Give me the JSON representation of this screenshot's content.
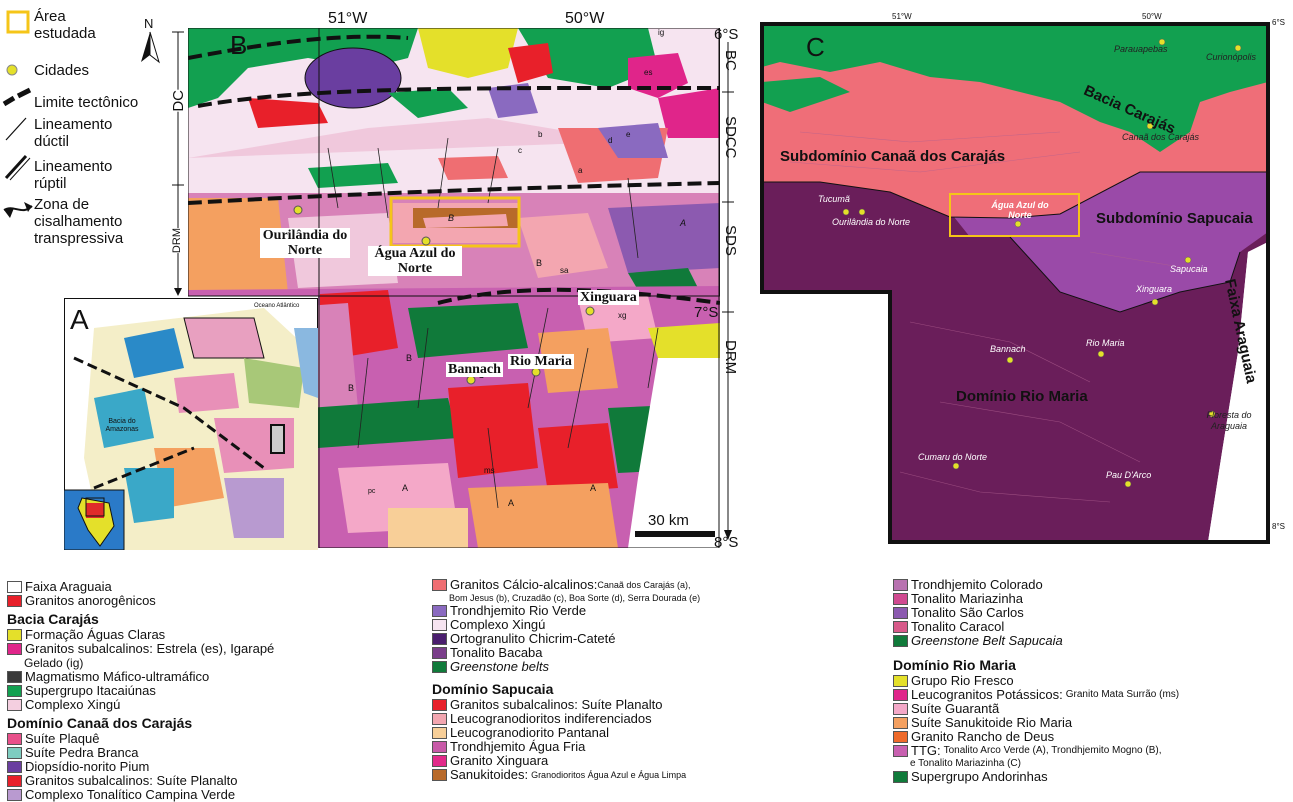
{
  "key": {
    "study_area": "Área estudada",
    "north": "N",
    "cities": "Cidades",
    "tectonic": "Limite tectônico",
    "ductile": "Lineamento dúctil",
    "brittle": "Lineamento rúptil",
    "shear": "Zona de cisalhamento transpressiva"
  },
  "panel_b": {
    "letter": "B",
    "lon_51": "51°W",
    "lon_50": "50°W",
    "lat_6": "6°S",
    "lat_7": "7°S",
    "lat_8": "8°S",
    "bc": "BC",
    "sdcc": "SDCC",
    "sds": "SDS",
    "drm_right": "DRM",
    "dc": "DC",
    "drm_left": "DRM",
    "scale": "30 km",
    "towns": {
      "ourilandia": "Ourilândia do Norte",
      "agua_azul": "Água Azul do Norte",
      "xinguara": "Xinguara",
      "rio_maria": "Rio Maria",
      "bannach": "Bannach"
    },
    "unit_letters": [
      "es",
      "ig",
      "B",
      "B",
      "B",
      "B",
      "C",
      "C",
      "A",
      "A",
      "A",
      "A",
      "ms",
      "sa",
      "xg",
      "pc",
      "a",
      "b",
      "c",
      "d",
      "e"
    ]
  },
  "panel_a": {
    "letter": "A",
    "ocean": "Oceano Atlântico",
    "basin": "Bacia do Amazonas"
  },
  "panel_c": {
    "letter": "C",
    "lon_51": "51°W",
    "lon_50": "50°W",
    "lat_6": "6°S",
    "lat_8": "8°S",
    "regions": {
      "carajas": "Bacia Carajás",
      "caa": "Subdomínio Canaã dos Carajás",
      "sapucaia": "Subdomínio Sapucaia",
      "rio_maria": "Domínio Rio Maria",
      "araguaia": "Faixa Araguaia"
    },
    "towns": {
      "parauapebas": "Parauapebas",
      "curionopolis": "Curionópolis",
      "canaa": "Canaã dos Carajás",
      "tucuma": "Tucumã",
      "ourilandia": "Ourilândia do Norte",
      "agua_azul": "Água Azul do Norte",
      "sapucaia": "Sapucaia",
      "xinguara": "Xinguara",
      "rio_maria": "Rio Maria",
      "bannach": "Bannach",
      "floresta": "Floresta do Araguaia",
      "cumaru": "Cumaru do Norte",
      "pau_darco": "Pau D'Arco"
    }
  },
  "legend": {
    "col1": {
      "top": [
        {
          "color": "#ffffff",
          "label": "Faixa Araguaia"
        },
        {
          "color": "#e8202a",
          "label": "Granitos anorogênicos"
        }
      ],
      "head1": "Bacia Carajás",
      "g1": [
        {
          "color": "#e4e02a",
          "label": "Formação Águas Claras"
        },
        {
          "color": "#e0258a",
          "label": "Granitos subalcalinos: Estrela (es), Igarapé"
        }
      ],
      "g1_cont": "Gelado (ig)",
      "g1b": [
        {
          "color": "#3a3a3a",
          "label": "Magmatismo Máfico-ultramáfico"
        },
        {
          "color": "#12a050",
          "label": "Supergrupo Itacaiúnas"
        },
        {
          "color": "#f4cfe0",
          "label": "Complexo Xingú"
        }
      ],
      "head2": "Domínio Canaã dos Carajás",
      "g2": [
        {
          "color": "#e8508a",
          "label": "Suíte Plaquê"
        },
        {
          "color": "#7ecdc0",
          "label": "Suíte Pedra Branca"
        },
        {
          "color": "#6a3ea0",
          "label": "Diopsídio-norito Pium"
        },
        {
          "color": "#e8202a",
          "label": "Granitos subalcalinos: Suíte Planalto"
        },
        {
          "color": "#b99ad0",
          "label": "Complexo Tonalítico Campina Verde"
        }
      ]
    },
    "col2": {
      "item1": {
        "color": "#ef6e72",
        "label": "Granitos Cálcio-alcalinos:",
        "small": "Canaã dos Carajás (a),"
      },
      "item1_cont": "Bom Jesus (b), Cruzadão (c), Boa Sorte (d), Serra Dourada (e)",
      "g1": [
        {
          "color": "#8a6ac0",
          "label": "Trondhjemito Rio Verde"
        },
        {
          "color": "#f6e4f0",
          "label": "Complexo Xingú"
        },
        {
          "color": "#4a1e6e",
          "label": "Ortogranulito Chicrim-Cateté"
        },
        {
          "color": "#7a3e8a",
          "label": "Tonalito Bacaba"
        },
        {
          "color": "#107a3a",
          "label": "Greenstone belts"
        }
      ],
      "head": "Domínio Sapucaia",
      "g2": [
        {
          "color": "#e8202a",
          "label": "Granitos subalcalinos: Suíte Planalto"
        },
        {
          "color": "#f3a6b0",
          "label": "Leucogranodioritos indiferenciados"
        },
        {
          "color": "#f8cf98",
          "label": "Leucogranodiorito Pantanal"
        },
        {
          "color": "#c85aa8",
          "label": "Trondhjemito Água Fria"
        },
        {
          "color": "#e22a8a",
          "label": "Granito Xinguara"
        },
        {
          "color": "#b86a2a",
          "label": "Sanukitoides:",
          "small": "Granodioritos Água Azul e Água Limpa"
        }
      ]
    },
    "col3": {
      "g1": [
        {
          "color": "#b872b0",
          "label": "Trondhjemito Colorado"
        },
        {
          "color": "#d04a90",
          "label": "Tonalito Mariazinha"
        },
        {
          "color": "#8c5ab0",
          "label": "Tonalito São Carlos"
        },
        {
          "color": "#d85a8a",
          "label": "Tonalito Caracol"
        },
        {
          "color": "#107a3a",
          "label": "Greenstone Belt Sapucaia"
        }
      ],
      "head": "Domínio Rio Maria",
      "g2": [
        {
          "color": "#e4e02a",
          "label": "Grupo Rio Fresco"
        },
        {
          "color": "#e0258a",
          "label": "Leucogranitos Potássicos:",
          "small": "Granito Mata Surrão (ms)"
        },
        {
          "color": "#f4a8c8",
          "label": "Suíte Guarantã"
        },
        {
          "color": "#f4a060",
          "label": "Suíte Sanukitoide Rio Maria"
        },
        {
          "color": "#ef6a2a",
          "label": "Granito Rancho de Deus"
        },
        {
          "color": "#c860b0",
          "label": "TTG:",
          "small": "Tonalito Arco Verde (A), Trondhjemito Mogno (B),"
        }
      ],
      "g2_cont": "e Tonalito Mariazinha (C)",
      "g3": [
        {
          "color": "#107a3a",
          "label": "Supergrupo Andorinhas"
        }
      ]
    }
  }
}
